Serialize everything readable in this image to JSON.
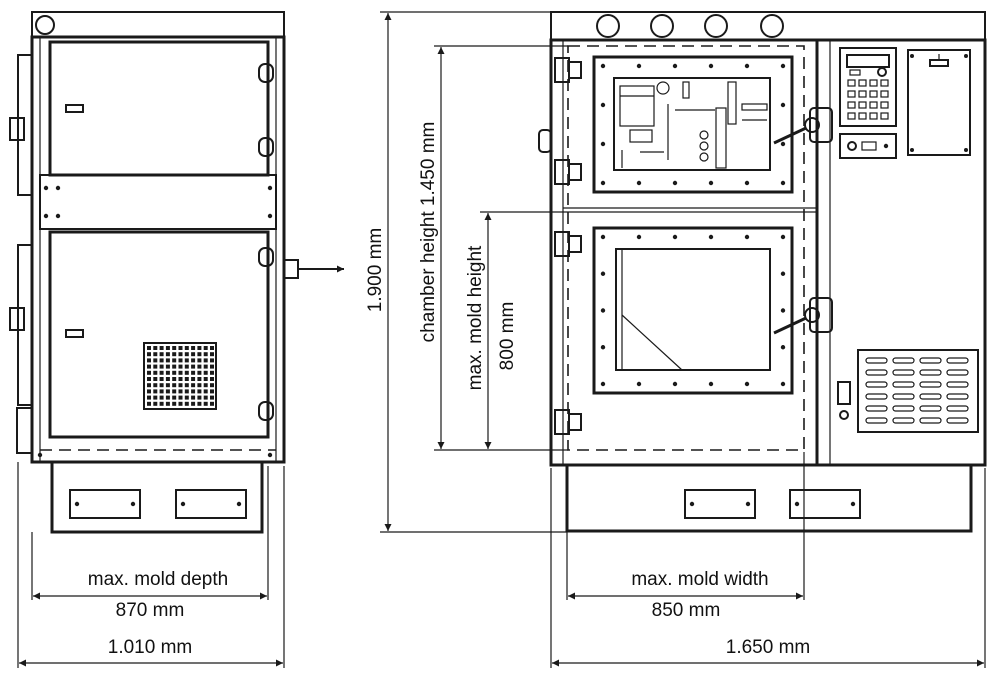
{
  "dimensions": {
    "mold_depth_label": "max. mold depth",
    "mold_depth_value": "870 mm",
    "total_depth_value": "1.010 mm",
    "total_height_value": "1.900 mm",
    "chamber_height_value": "chamber height 1.450 mm",
    "mold_height_label": "max. mold height",
    "mold_height_value": "800 mm",
    "mold_width_label": "max. mold width",
    "mold_width_value": "850 mm",
    "total_width_value": "1.650 mm"
  },
  "colors": {
    "line": "#1a1a1a",
    "background": "#ffffff"
  }
}
